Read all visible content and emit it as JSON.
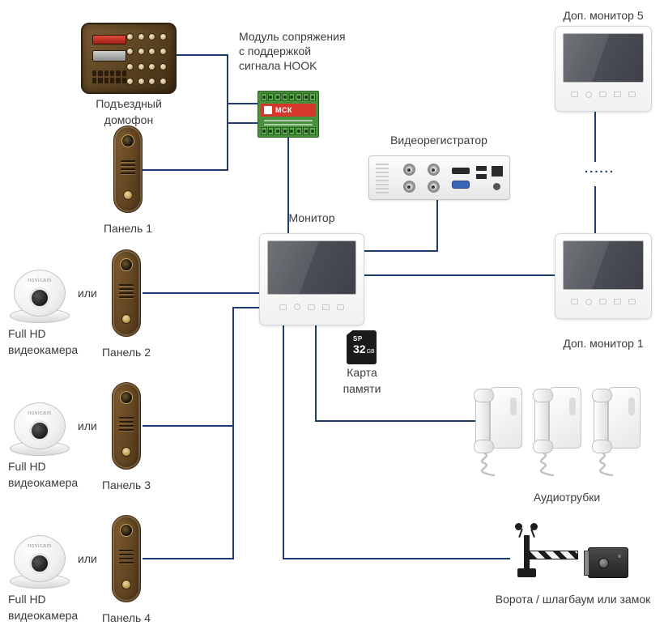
{
  "colors": {
    "wire": "#1d3c6e",
    "text": "#3b3b3b",
    "panel_bronze": "#6b4c26",
    "pcb_green": "#49913d",
    "board_label_red": "#d6372b"
  },
  "labels": {
    "entrance_intercom": "Подъездный домофон",
    "module_l1": "Модуль сопряжения",
    "module_l2": "с поддержкой",
    "module_l3": "сигнала HOOK",
    "mck_board": "МСК",
    "dvr": "Видеорегистратор",
    "monitor5": "Доп. монитор 5",
    "dots": "......",
    "panel1": "Панель 1",
    "monitor": "Монитор",
    "monitor1": "Доп. монитор 1",
    "sd_card_l1": "Карта",
    "sd_card_l2": "памяти",
    "sd_brand": "SP",
    "sd_size": "32",
    "sd_unit": "GB",
    "handsets": "Аудиотрубки",
    "gate": "Ворота / шлагбаум или замок"
  },
  "camera_rows": [
    {
      "camera_l1": "Full HD",
      "camera_l2": "видеокамера",
      "or": "или",
      "panel": "Панель 2",
      "brand": "novicam"
    },
    {
      "camera_l1": "Full HD",
      "camera_l2": "видеокамера",
      "or": "или",
      "panel": "Панель 3",
      "brand": "novicam"
    },
    {
      "camera_l1": "Full HD",
      "camera_l2": "видеокамера",
      "or": "или",
      "panel": "Панель 4",
      "brand": "novicam"
    }
  ]
}
